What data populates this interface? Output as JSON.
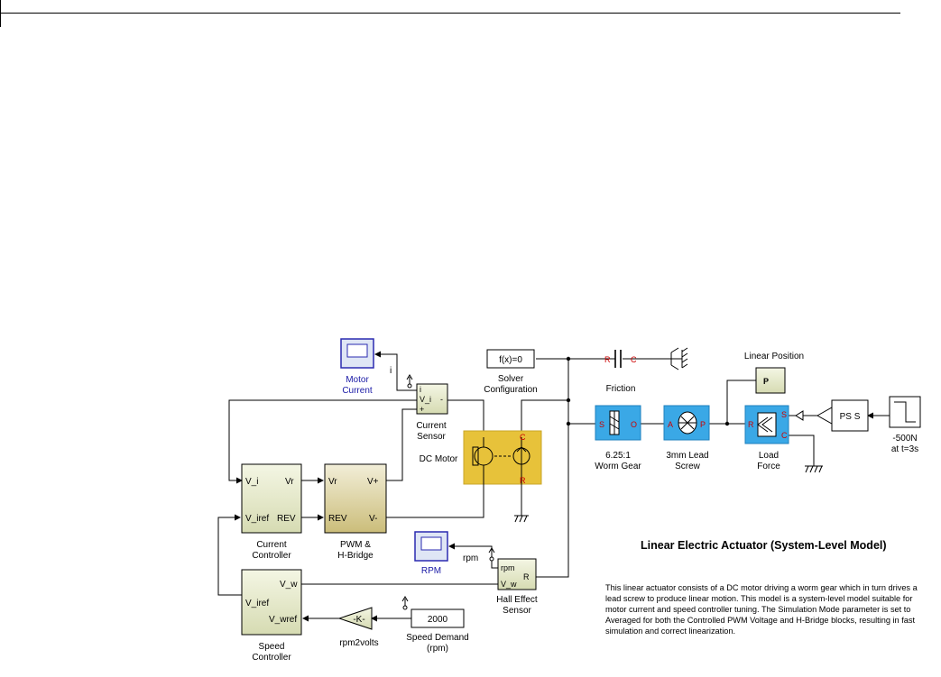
{
  "blocks": {
    "motor_current": "Motor\nCurrent",
    "current_sensor": "Current\nSensor",
    "current_sensor_ports": {
      "i": "i",
      "v_i": "V_i",
      "plus": "+",
      "minus": "-"
    },
    "solver": "f(x)=0",
    "solver_label": "Solver\nConfiguration",
    "friction": "Friction",
    "linear_position": "Linear Position",
    "linear_position_port": "P",
    "dc_motor": "DC Motor",
    "worm_gear": "6.25:1\nWorm Gear",
    "lead_screw": "3mm Lead\nScrew",
    "load_force": "Load\nForce",
    "ps_s": "PS S",
    "step_label": "-500N\nat t=3s",
    "current_controller": "Current\nController",
    "current_controller_ports": {
      "v_i": "V_i",
      "vr": "Vr",
      "v_iref": "V_iref",
      "rev": "REV"
    },
    "pwm": "PWM &\nH-Bridge",
    "pwm_ports": {
      "vr": "Vr",
      "vplus": "V+",
      "rev": "REV",
      "vminus": "V-"
    },
    "rpm_scope": "RPM",
    "rpm_signal": "rpm",
    "i_signal": "i",
    "hall_sensor": "Hall Effect\nSensor",
    "hall_ports": {
      "rpm": "rpm",
      "v_w": "V_w",
      "r": "R"
    },
    "speed_controller": "Speed\nController",
    "speed_controller_ports": {
      "v_w": "V_w",
      "v_iref": "V_iref",
      "v_wref": "V_wref"
    },
    "gain": "-K-",
    "gain_label": "rpm2volts",
    "speed_demand_value": "2000",
    "speed_demand_label": "Speed Demand\n(rpm)",
    "port_letters": {
      "r": "R",
      "c": "C",
      "s": "S",
      "o": "O",
      "a": "A",
      "p": "P"
    }
  },
  "title": "Linear Electric Actuator (System-Level Model)",
  "description": "This linear actuator consists of a DC motor driving a worm gear which in turn drives a lead screw to produce linear motion. This model is a system-level model suitable for motor current and speed controller tuning. The Simulation Mode parameter is set to Averaged for both the Controlled PWM Voltage and H-Bridge blocks, resulting in fast simulation and correct linearization.",
  "colors": {
    "block_fill": "#e9ecd2",
    "motor_fill": "#e7c23a",
    "mech_fill": "#3aa8e6",
    "scope_border": "#2a2ab0",
    "port_red": "#cc0000"
  }
}
